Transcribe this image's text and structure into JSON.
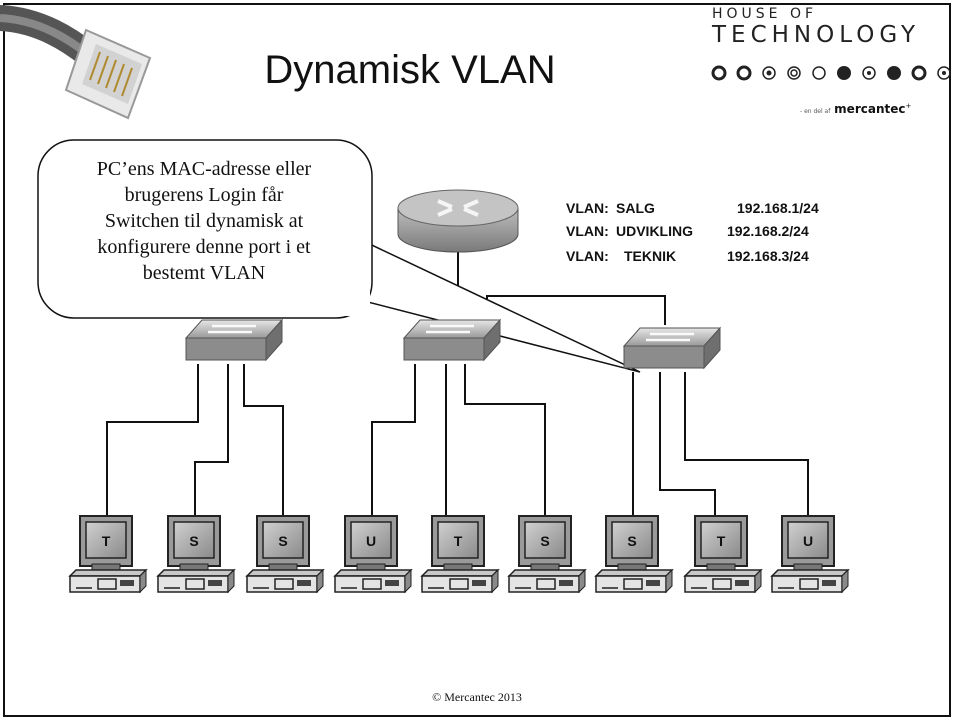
{
  "slide": {
    "title": "Dynamisk VLAN",
    "footer": "© Mercantec 2013"
  },
  "branding": {
    "line1": "HOUSE OF",
    "line2": "TECHNOLOGY",
    "tagline_small": "- en del af",
    "tagline_name": "mercantec"
  },
  "callout": {
    "lines": [
      "PC’ens MAC-adresse eller",
      "brugerens Login får",
      "Switchen til dynamisk at",
      "konfigurere denne port i et",
      "bestemt VLAN"
    ]
  },
  "vlans": [
    {
      "prefix": "VLAN:",
      "name": "SALG",
      "subnet": "192.168.1/24"
    },
    {
      "prefix": "VLAN:",
      "name": "UDVIKLING",
      "subnet": "192.168.2/24"
    },
    {
      "prefix": "VLAN:",
      "name": "TEKNIK",
      "subnet": "192.168.3/24"
    }
  ],
  "network": {
    "router": "router-icon",
    "switches": [
      "switch-icon",
      "switch-icon",
      "switch-icon"
    ],
    "pcs": [
      "T",
      "S",
      "S",
      "U",
      "T",
      "S",
      "S",
      "T",
      "U"
    ]
  }
}
